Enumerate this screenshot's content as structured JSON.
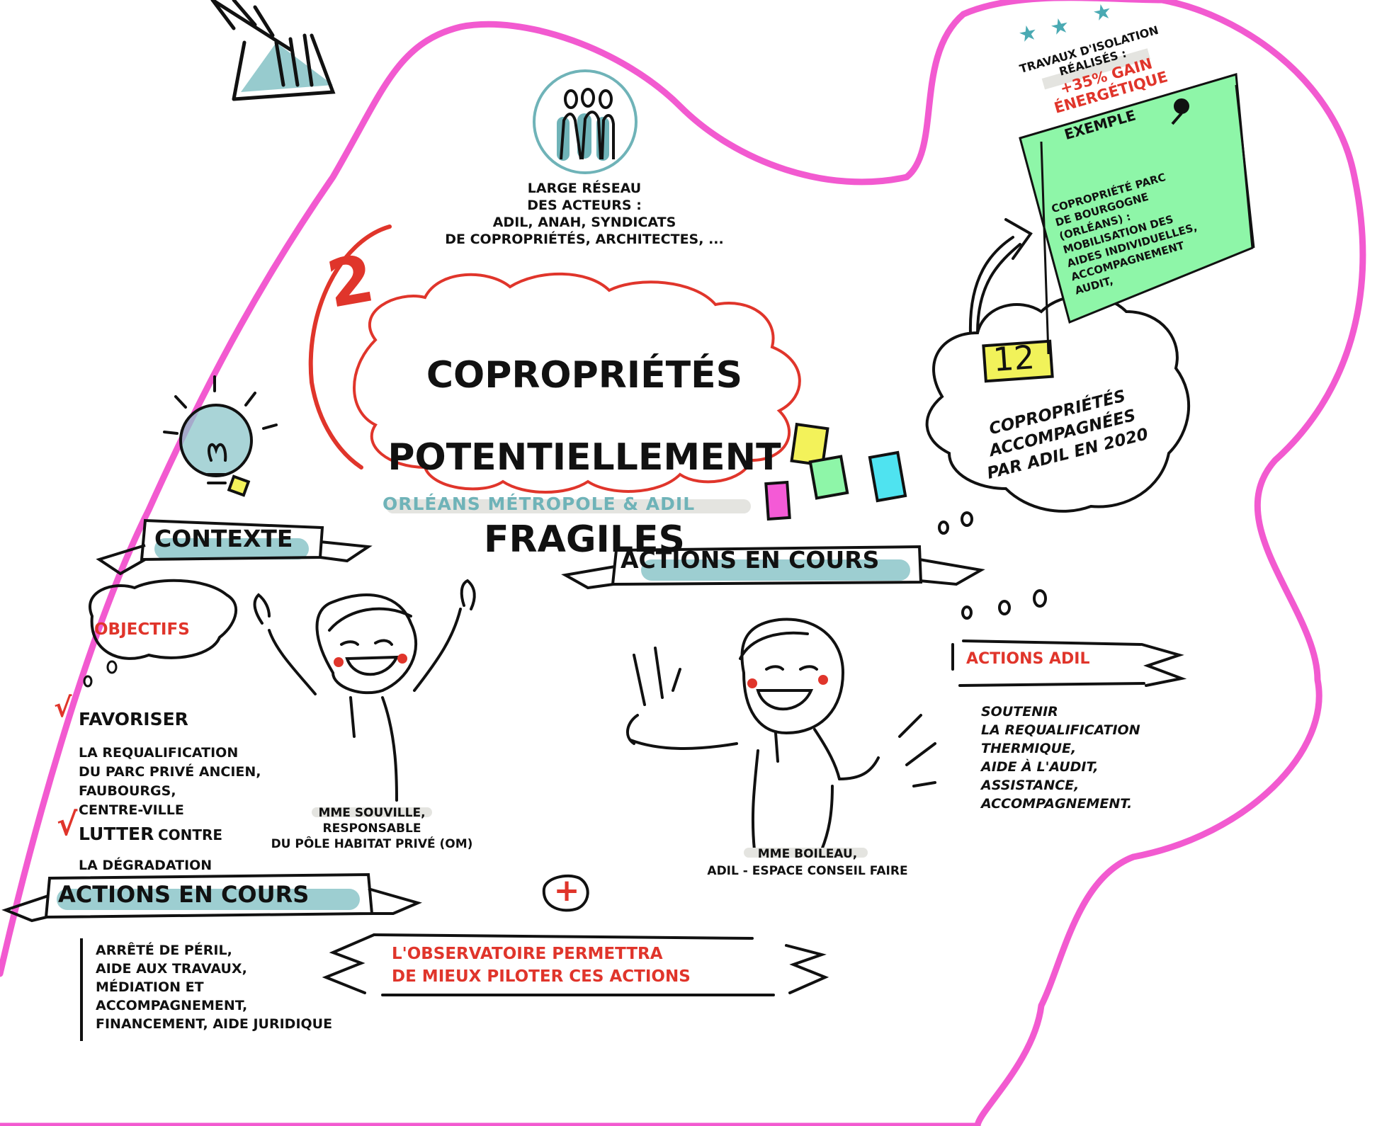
{
  "title": {
    "number": "2",
    "line1": "COPROPRIÉTÉS",
    "line2": "POTENTIELLEMENT",
    "line3": "FRAGILES"
  },
  "subtitle": "ORLÉANS MÉTROPOLE & ADIL",
  "network": {
    "text": "LARGE RÉSEAU\nDES ACTEURS :\nADIL, ANAH, SYNDICATS\nDE COPROPRIÉTÉS, ARCHITECTES, ..."
  },
  "contexte": {
    "banner": "CONTEXTE",
    "objectifs_label": "OBJECTIFS",
    "check_mark": "√",
    "items": [
      {
        "lead": "FAVORISER",
        "rest": "LA REQUALIFICATION\nDU PARC PRIVÉ ANCIEN,\nFAUBOURGS,\nCENTRE-VILLE"
      },
      {
        "lead": "LUTTER",
        "rest_inline": "CONTRE",
        "rest": "LA DÉGRADATION"
      }
    ],
    "person": "MME SOUVILLE,\nRESPONSABLE\nDU PÔLE HABITAT PRIVÉ (OM)"
  },
  "actions_left": {
    "banner": "ACTIONS EN COURS",
    "text": "ARRÊTÉ DE PÉRIL,\nAIDE AUX TRAVAUX,\nMÉDIATION ET\nACCOMPAGNEMENT,\nFINANCEMENT, AIDE JURIDIQUE"
  },
  "plus_sign": "+",
  "observatoire": "L'OBSERVATOIRE PERMETTRA\nDE MIEUX PILOTER CES ACTIONS",
  "actions_center": {
    "banner": "ACTIONS EN COURS",
    "person": "MME BOILEAU,\nADIL - ESPACE CONSEIL FAIRE"
  },
  "actions_adil": {
    "label": "ACTIONS ADIL",
    "text": "SOUTENIR\nLA REQUALIFICATION\nTHERMIQUE,\nAIDE À L'AUDIT,\nASSISTANCE,\nACCOMPAGNEMENT."
  },
  "stat": {
    "number": "12",
    "text": "COPROPRIÉTÉS\nACCOMPAGNÉES\nPAR ADIL EN 2020"
  },
  "example": {
    "label": "EXEMPLE",
    "text": "COPROPRIÉTÉ PARC\nDE BOURGOGNE\n(ORLÉANS) :\nMOBILISATION DES\nAIDES INDIVIDUELLES,\nACCOMPAGNEMENT\nAUDIT,"
  },
  "insulation": {
    "text": "TRAVAUX D'ISOLATION\nRÉALISÉS :",
    "gain": "+35% GAIN\nÉNERGÉTIQUE",
    "stars": "★ ★ ★"
  },
  "colors": {
    "magenta": "#f25ad0",
    "red": "#e0352b",
    "teal": "#6fb3b8",
    "teal_hl": "#8cc5c9",
    "note_green": "#8ef6a8",
    "note_yellow": "#f3f25a",
    "note_magenta": "#f45ad6",
    "note_cyan": "#4fe3f0",
    "highlight_yellow": "#f1f25a",
    "gray_hl": "#e4e4e0"
  },
  "icons": [
    "people-icon",
    "lightbulb-icon",
    "pin-icon",
    "star-icon",
    "curved-arrow-icon",
    "hand-drawn-arrow-icon"
  ]
}
